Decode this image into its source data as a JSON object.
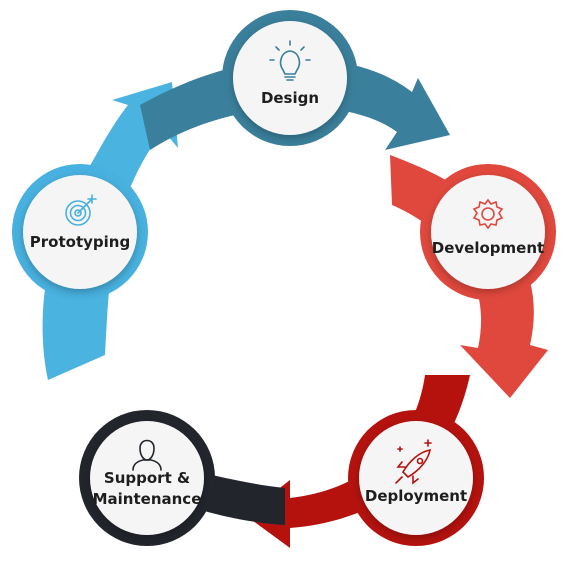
{
  "stages": [
    {
      "id": "design",
      "label": "Design",
      "icon": "lightbulb-icon",
      "color": "#3a7f9b"
    },
    {
      "id": "development",
      "label": "Development",
      "icon": "gear-icon",
      "color": "#e0483d"
    },
    {
      "id": "deployment",
      "label": "Deployment",
      "icon": "rocket-icon",
      "color": "#b5120e"
    },
    {
      "id": "support",
      "label_line1": "Support &",
      "label_line2": "Maintenance",
      "icon": "user-icon",
      "color": "#23252d"
    },
    {
      "id": "prototyping",
      "label": "Prototyping",
      "icon": "target-icon",
      "color": "#48b1df"
    }
  ]
}
